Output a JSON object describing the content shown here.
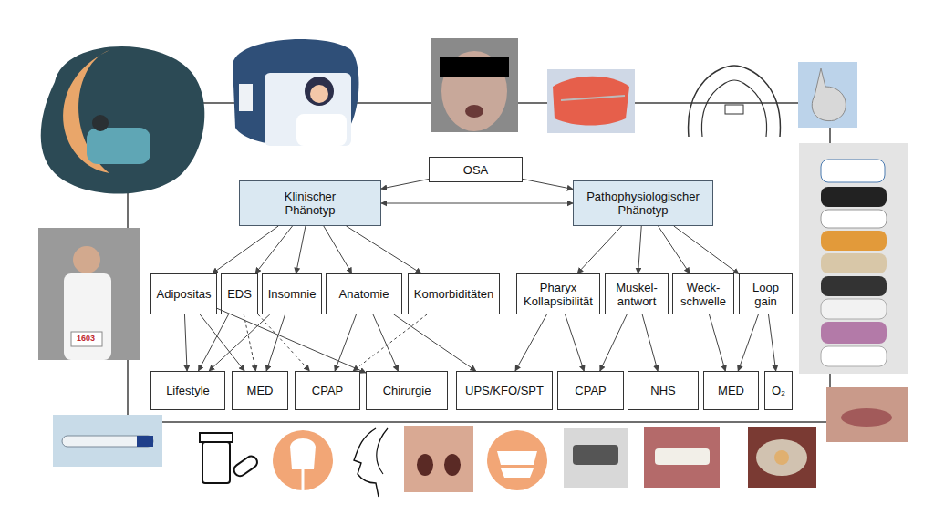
{
  "diagram": {
    "nodes": [
      {
        "text": [
          "OSA"
        ]
      },
      {
        "text": [
          "Klinischer Phänotyp"
        ]
      },
      {
        "text": [
          "Pathophysiologischer Phänotyp"
        ]
      },
      {
        "text": [
          "Adipositas"
        ]
      },
      {
        "text": [
          "EDS"
        ]
      },
      {
        "text": [
          "Insomnie"
        ]
      },
      {
        "text": [
          "Anatomie"
        ]
      },
      {
        "text": [
          "Komorbiditäten"
        ]
      },
      {
        "text": [
          "Pharyx Kollapsibilität"
        ]
      },
      {
        "text": [
          "Muskel- antwort"
        ]
      },
      {
        "text": [
          "Weck- schwelle"
        ]
      },
      {
        "text": [
          "Loop gain"
        ]
      },
      {
        "text": [
          "Lifestyle"
        ]
      },
      {
        "text": [
          "MED"
        ]
      },
      {
        "text": [
          "CPAP"
        ]
      },
      {
        "text": [
          "Chirurgie"
        ]
      },
      {
        "text": [
          "UPS/KFO/SPT"
        ]
      },
      {
        "text": [
          "CPAP"
        ]
      },
      {
        "text": [
          "NHS"
        ]
      },
      {
        "text": [
          "MED"
        ]
      },
      {
        "text": [
          "O₂"
        ]
      }
    ],
    "edges": [
      {
        "from": 0,
        "to": 1,
        "arrow": "to"
      },
      {
        "from": 0,
        "to": 2,
        "arrow": "to"
      },
      {
        "from": 1,
        "to": 2,
        "arrow": "both"
      },
      {
        "from": 1,
        "to": 3,
        "arrow": "to"
      },
      {
        "from": 1,
        "to": 4,
        "arrow": "to"
      },
      {
        "from": 1,
        "to": 5,
        "arrow": "to"
      },
      {
        "from": 1,
        "to": 6,
        "arrow": "to"
      },
      {
        "from": 1,
        "to": 7,
        "arrow": "to"
      },
      {
        "from": 2,
        "to": 8,
        "arrow": "to"
      },
      {
        "from": 2,
        "to": 9,
        "arrow": "to"
      },
      {
        "from": 2,
        "to": 10,
        "arrow": "to"
      },
      {
        "from": 2,
        "to": 11,
        "arrow": "to"
      },
      {
        "from": 3,
        "to": 12,
        "arrow": "to"
      },
      {
        "from": 3,
        "to": 13,
        "arrow": "to"
      },
      {
        "from": 3,
        "to": 15,
        "arrow": "to"
      },
      {
        "from": 4,
        "to": 12,
        "arrow": "to"
      },
      {
        "from": 4,
        "to": 13,
        "arrow": "to"
      },
      {
        "from": 4,
        "to": 14,
        "arrow": "to"
      },
      {
        "from": 5,
        "to": 12,
        "arrow": "to"
      },
      {
        "from": 5,
        "to": 13,
        "arrow": "to"
      },
      {
        "from": 6,
        "to": 14,
        "arrow": "to"
      },
      {
        "from": 6,
        "to": 15,
        "arrow": "to"
      },
      {
        "from": 6,
        "to": 16,
        "arrow": "to"
      },
      {
        "from": 7,
        "to": 14,
        "arrow": "to"
      },
      {
        "from": 8,
        "to": 16,
        "arrow": "to"
      },
      {
        "from": 8,
        "to": 17,
        "arrow": "to"
      },
      {
        "from": 9,
        "to": 17,
        "arrow": "to"
      },
      {
        "from": 9,
        "to": 18,
        "arrow": "to"
      },
      {
        "from": 10,
        "to": 19,
        "arrow": "to"
      },
      {
        "from": 11,
        "to": 19,
        "arrow": "to"
      },
      {
        "from": 11,
        "to": 20,
        "arrow": "to"
      }
    ],
    "labels": [
      "1603"
    ]
  }
}
